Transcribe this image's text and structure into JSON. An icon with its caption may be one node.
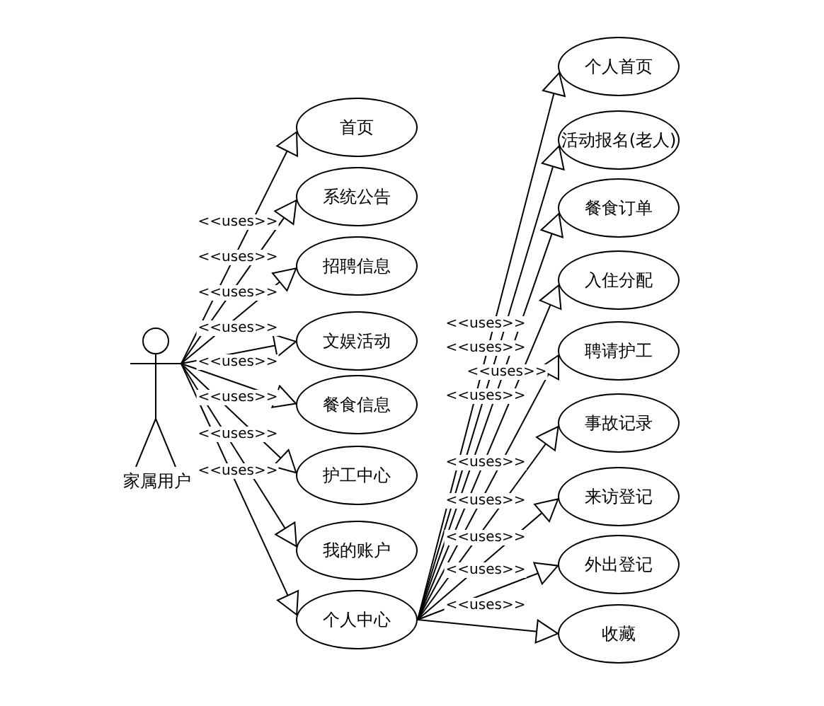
{
  "diagram": {
    "nodes": [
      {
        "text": [
          "家属用户"
        ]
      },
      {
        "text": [
          "首页"
        ]
      },
      {
        "text": [
          "系统公告"
        ]
      },
      {
        "text": [
          "招聘信息"
        ]
      },
      {
        "text": [
          "文娱活动"
        ]
      },
      {
        "text": [
          "餐食信息"
        ]
      },
      {
        "text": [
          "护工中心"
        ]
      },
      {
        "text": [
          "我的账户"
        ]
      },
      {
        "text": [
          "个人中心"
        ]
      },
      {
        "text": [
          "个人首页"
        ]
      },
      {
        "text": [
          "活动报名(老人)"
        ]
      },
      {
        "text": [
          "餐食订单"
        ]
      },
      {
        "text": [
          "入住分配"
        ]
      },
      {
        "text": [
          "聘请护工"
        ]
      },
      {
        "text": [
          "事故记录"
        ]
      },
      {
        "text": [
          "来访登记"
        ]
      },
      {
        "text": [
          "外出登记"
        ]
      },
      {
        "text": [
          "收藏"
        ]
      }
    ],
    "edges": [
      {
        "from": 0,
        "to": 1,
        "arrow": "to",
        "label": "<<uses>>"
      },
      {
        "from": 0,
        "to": 2,
        "arrow": "to",
        "label": "<<uses>>"
      },
      {
        "from": 0,
        "to": 3,
        "arrow": "to",
        "label": "<<uses>>"
      },
      {
        "from": 0,
        "to": 4,
        "arrow": "to",
        "label": "<<uses>>"
      },
      {
        "from": 0,
        "to": 5,
        "arrow": "to",
        "label": "<<uses>>"
      },
      {
        "from": 0,
        "to": 6,
        "arrow": "to",
        "label": "<<uses>>"
      },
      {
        "from": 0,
        "to": 7,
        "arrow": "to",
        "label": "<<uses>>"
      },
      {
        "from": 0,
        "to": 8,
        "arrow": "to",
        "label": "<<uses>>"
      },
      {
        "from": 8,
        "to": 9,
        "arrow": "to",
        "label": "<<uses>>"
      },
      {
        "from": 8,
        "to": 10,
        "arrow": "to",
        "label": "<<uses>>"
      },
      {
        "from": 8,
        "to": 11,
        "arrow": "to",
        "label": "<<uses>>"
      },
      {
        "from": 8,
        "to": 12,
        "arrow": "to",
        "label": "<<uses>>"
      },
      {
        "from": 8,
        "to": 13,
        "arrow": "to",
        "label": "<<uses>>"
      },
      {
        "from": 8,
        "to": 14,
        "arrow": "to",
        "label": "<<uses>>"
      },
      {
        "from": 8,
        "to": 15,
        "arrow": "to",
        "label": "<<uses>>"
      },
      {
        "from": 8,
        "to": 16,
        "arrow": "to",
        "label": "<<uses>>"
      },
      {
        "from": 8,
        "to": 17,
        "arrow": "to",
        "label": "<<uses>>"
      }
    ]
  }
}
